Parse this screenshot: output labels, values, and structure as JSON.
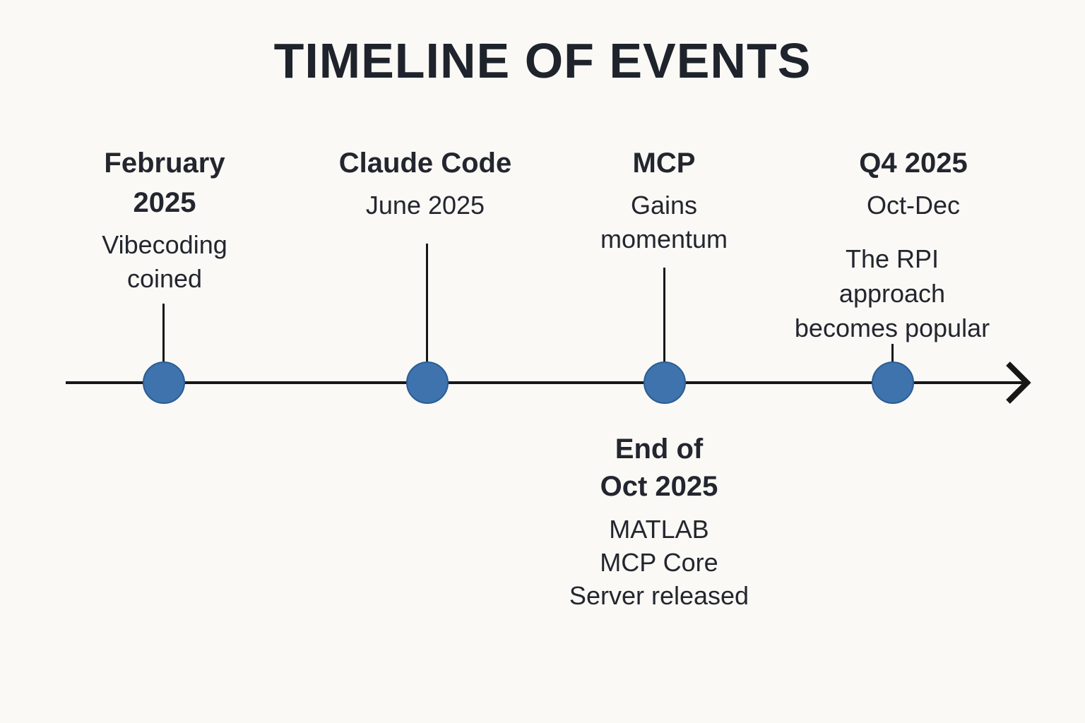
{
  "title": "TIMELINE OF EVENTS",
  "palette": {
    "marker_fill": "#3e73ad",
    "marker_border": "#2b5d94",
    "axis": "#171717",
    "text": "#23262e",
    "background": "#faf9f6"
  },
  "events": [
    {
      "label": "February 2025",
      "title_lines": [
        "February",
        "2025"
      ],
      "body_lines": [
        "Vibecoding",
        "coined"
      ]
    },
    {
      "label": "Claude Code",
      "title_lines": [
        "Claude Code"
      ],
      "body_lines": [
        "June 2025"
      ]
    },
    {
      "label": "MCP",
      "title_lines": [
        "MCP"
      ],
      "body_lines": [
        "Gains",
        "momentum"
      ]
    },
    {
      "label": "Q4 2025",
      "title_lines": [
        "Q4 2025"
      ],
      "body_lines": [
        "Oct-Dec"
      ],
      "note_lines": [
        "The RPI",
        "approach",
        "becomes popular"
      ]
    }
  ],
  "below_event": {
    "label": "End of Oct 2025",
    "title_lines": [
      "End of",
      "Oct 2025"
    ],
    "body_lines": [
      "MATLAB",
      "MCP Core",
      "Server released"
    ]
  }
}
